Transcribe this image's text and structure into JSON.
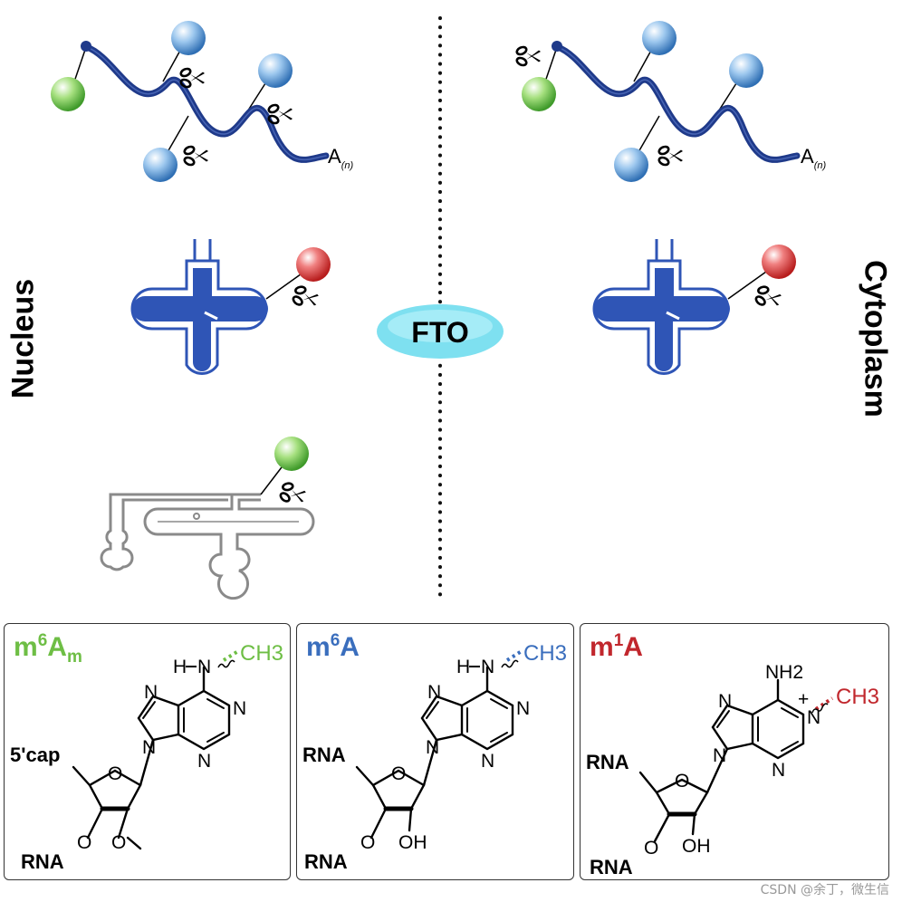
{
  "labels": {
    "nucleus": "Nucleus",
    "cytoplasm": "Cytoplasm",
    "enzyme": "FTO",
    "poly_a": "A",
    "poly_a_sub": "(n)"
  },
  "panels": [
    {
      "title_main": "m",
      "title_sup": "6",
      "title_base": "A",
      "title_sub": "m",
      "color": "#6ebe45",
      "h": "H",
      "n": "N",
      "methyl": "CH3",
      "left_group": "5'cap",
      "rna": "RNA",
      "o": "O"
    },
    {
      "title_main": "m",
      "title_sup": "6",
      "title_base": "A",
      "title_sub": "",
      "color": "#3a6ebd",
      "h": "H",
      "n": "N",
      "methyl": "CH3",
      "left_group": "RNA",
      "rna": "RNA",
      "o": "O",
      "oh": "OH"
    },
    {
      "title_main": "m",
      "title_sup": "1",
      "title_base": "A",
      "title_sub": "",
      "color": "#c1272d",
      "nh2": "NH2",
      "n": "N",
      "plus": "+",
      "methyl": "CH3",
      "left_group": "RNA",
      "rna": "RNA",
      "o": "O",
      "oh": "OH"
    }
  ],
  "colors": {
    "mrna": "#1f3a8a",
    "trna": "#2f55b6",
    "snrna": "#8a8a8a",
    "fto_fill": "#7ee0f0",
    "sphere_blue": "#5b9bd5",
    "sphere_green": "#6ebe45",
    "sphere_red": "#d32f2f"
  },
  "icons": [
    "scissors-icon",
    "sphere-icon"
  ],
  "watermark": "CSDN @余丁，微生信"
}
